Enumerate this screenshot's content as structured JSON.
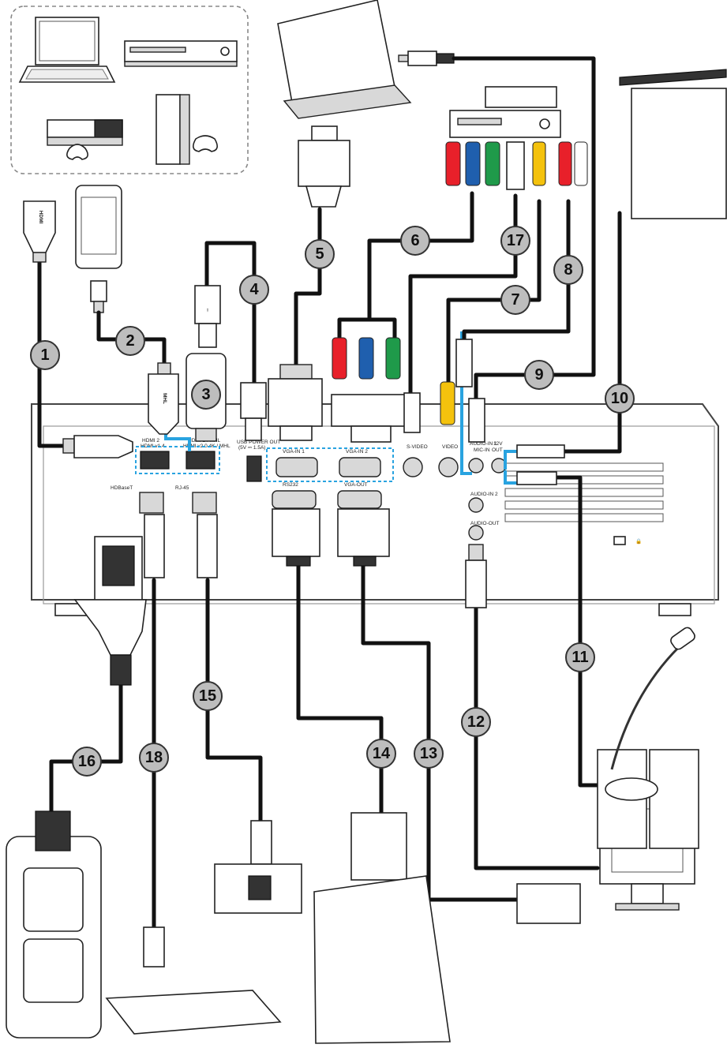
{
  "callouts": [
    {
      "n": "1"
    },
    {
      "n": "2"
    },
    {
      "n": "3"
    },
    {
      "n": "4"
    },
    {
      "n": "5"
    },
    {
      "n": "6"
    },
    {
      "n": "7"
    },
    {
      "n": "8"
    },
    {
      "n": "9"
    },
    {
      "n": "10"
    },
    {
      "n": "11"
    },
    {
      "n": "12"
    },
    {
      "n": "13"
    },
    {
      "n": "14"
    },
    {
      "n": "15"
    },
    {
      "n": "16"
    },
    {
      "n": "17"
    },
    {
      "n": "18"
    }
  ],
  "ports": {
    "hdmi2": "HDMI 2",
    "hdmi2_sub": "HDMI v1.4",
    "hdmi1": "HDMI 1 / MHL",
    "hdmi1_sub": "HDMI v2.0 4K / MHL",
    "usb_power": "USB POWER OUT",
    "usb_power_sub": "(5V ⎓ 1.5A)",
    "vga_in1": "VGA-IN 1",
    "vga_in2": "VGA-IN 2",
    "s_video": "S-VIDEO",
    "video": "VIDEO",
    "audio_in1": "AUDIO-IN 1",
    "mic_in": "MIC-IN",
    "out_12v": "12V",
    "out_12v_sub": "OUT",
    "audio_in2": "AUDIO-IN 2",
    "audio_out": "AUDIO-OUT",
    "hdbaset": "HDBaseT",
    "rj45": "RJ-45",
    "rs232": "RS232",
    "vga_out": "VGA-OUT"
  },
  "plugs": {
    "hdmi": "HDMI",
    "mhl": "MHL"
  },
  "colors": {
    "highlight": "#29a3e0",
    "red": "#e8202a",
    "blue": "#1f5fae",
    "green": "#1f9a4a",
    "yellow": "#f4c20d",
    "callout_fill": "#bdbdbd"
  }
}
